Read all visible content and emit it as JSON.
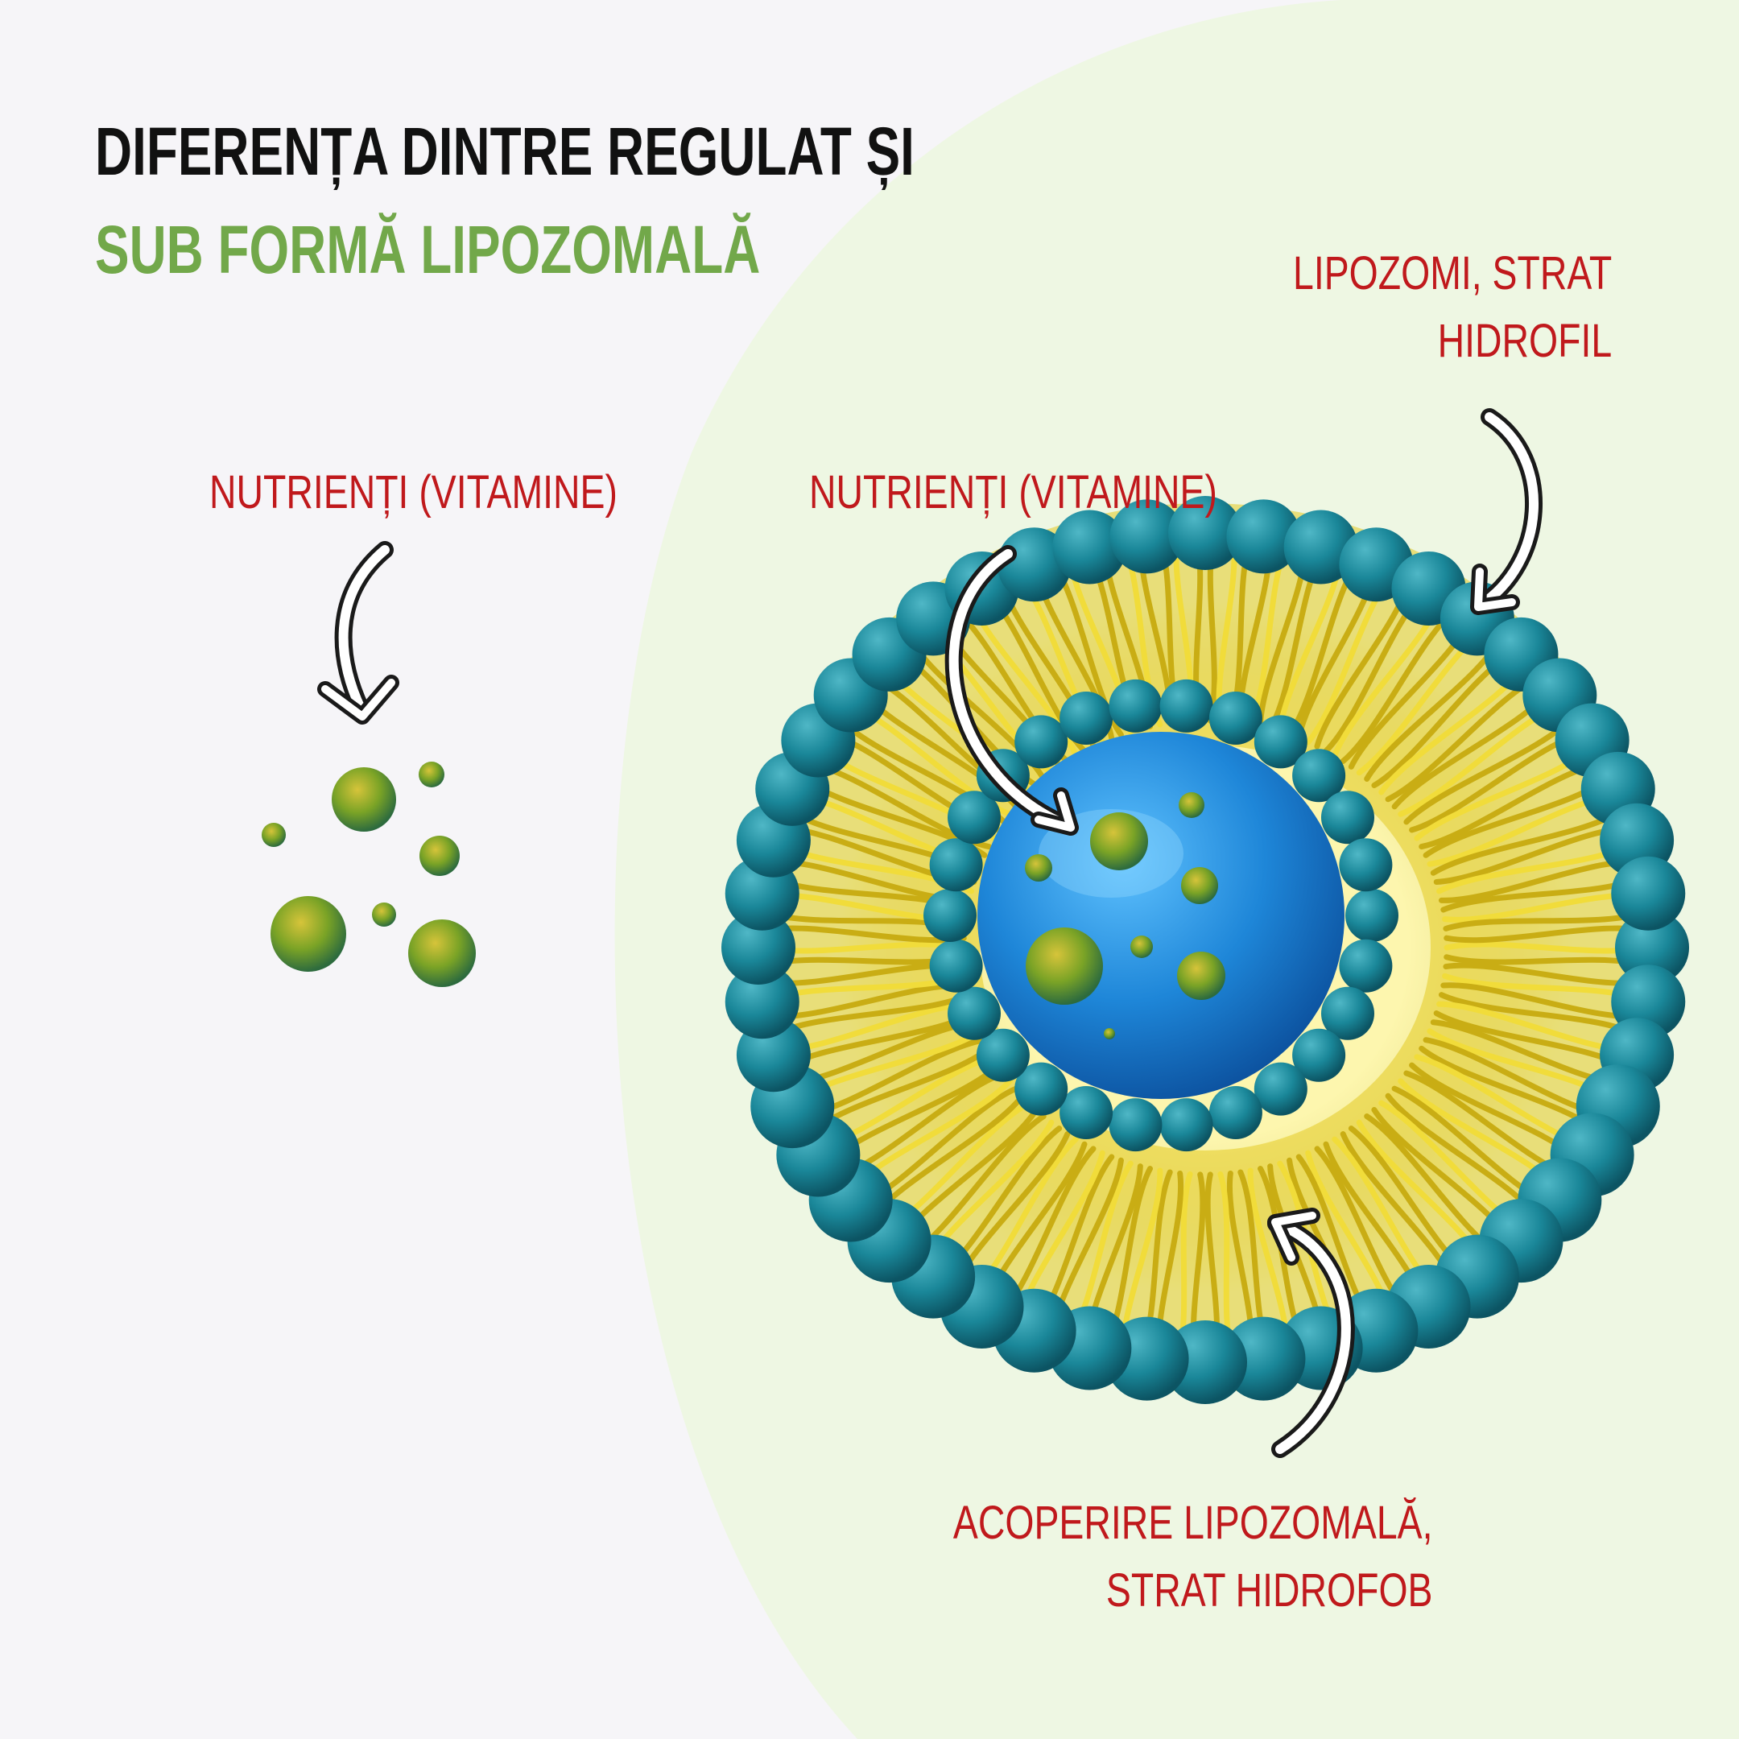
{
  "title": {
    "line1": "DIFERENȚA DINTRE REGULAT ȘI",
    "line2": "SUB FORMĂ LIPOZOMALĂ"
  },
  "labels": {
    "nutrients_left": "NUTRIENȚI (VITAMINE)",
    "nutrients_right": "NUTRIENȚI (VITAMINE)",
    "liposomes_line1": "LIPOZOMI, STRAT",
    "liposomes_line2": "HIDROFIL",
    "coating_line1": "ACOPERIRE LIPOZOMALĂ,",
    "coating_line2": "STRAT HIDROFOB"
  },
  "colors": {
    "background": "#f6f5f8",
    "panel_green": "#eef7e3",
    "title_dark": "#111111",
    "title_green": "#72a84a",
    "label_red": "#c0191c",
    "head_teal": "#1a8799",
    "tail_yellow": "#e3cb22",
    "core_blue": "#1e86d8",
    "nutrient_green": "#7aa326"
  }
}
